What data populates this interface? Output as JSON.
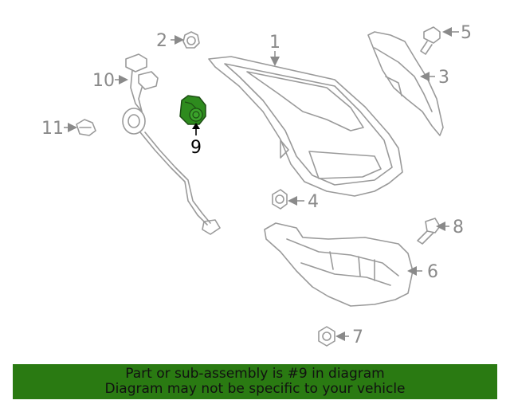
{
  "callouts": {
    "n1": "1",
    "n2": "2",
    "n3": "3",
    "n4": "4",
    "n5": "5",
    "n6": "6",
    "n7": "7",
    "n8": "8",
    "n9": "9",
    "n10": "10",
    "n11": "11"
  },
  "highlighted_part": "9",
  "colors": {
    "highlight_part": "#2e8b1e",
    "banner_bg": "#2a7a12",
    "line_art": "#9a9a9a"
  },
  "banner": {
    "line1": "Part or sub-assembly is #9 in diagram",
    "line2": "Diagram may not be specific to your vehicle"
  }
}
